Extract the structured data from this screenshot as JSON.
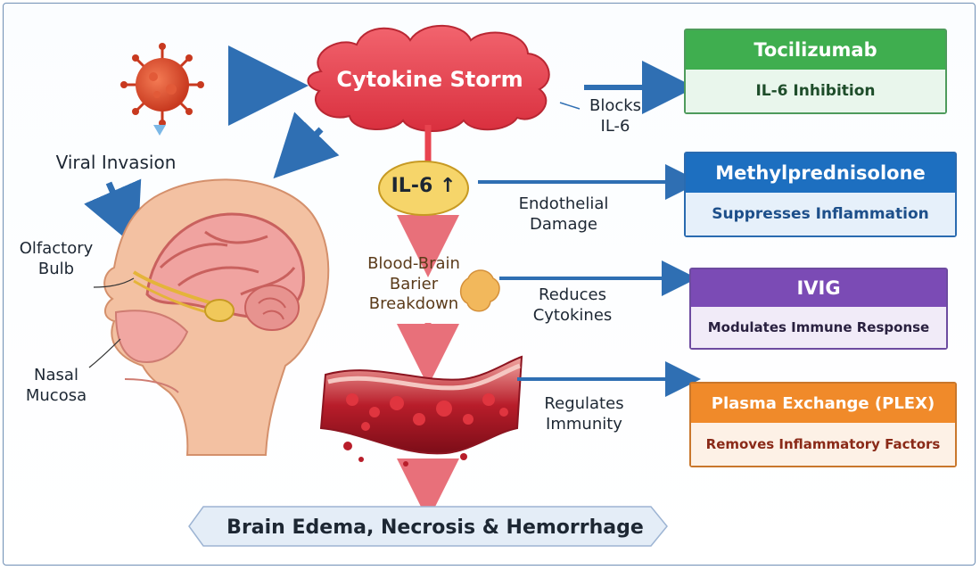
{
  "cytokine_storm": "Cytokine Storm",
  "viral_invasion": "Viral Invasion",
  "il6": "IL-6",
  "il6_arrow": "↑",
  "olfactory_bulb": "Olfactory\nBulb",
  "nasal_mucosa": "Nasal\nMucosa",
  "bbb": "Blood-Brain\nBarier\nBreakdown",
  "outcome": "Brain Edema, Necrosis & Hemorrhage",
  "links": {
    "blocks_il6": "Blocks\nIL-6",
    "endothelial": "Endothelial\nDamage",
    "reduces": "Reduces\nCytokines",
    "regulates": "Regulates\nImmunity"
  },
  "treatments": [
    {
      "name": "Tocilizumab",
      "action": "IL-6 Inhibition",
      "head_color": "#3fae4f",
      "body_color": "#e9f6ec",
      "text_color": "#1e4d2a",
      "border": "#4e9b5c"
    },
    {
      "name": "Methylprednisolone",
      "action": "Suppresses Inflammation",
      "head_color": "#1d6fc0",
      "body_color": "#e6f0fa",
      "text_color": "#1d4f8a",
      "border": "#2a6bb0"
    },
    {
      "name": "IVIG",
      "action": "Modulates Immune Response",
      "head_color": "#7b4bb5",
      "body_color": "#f1ebf8",
      "text_color": "#2a2140",
      "border": "#6d4ba0"
    },
    {
      "name": "Plasma Exchange (PLEX)",
      "action": "Removes Inflammatory Factors",
      "head_color": "#f08a2a",
      "body_color": "#fdf1e6",
      "text_color": "#8a2a18",
      "border": "#c9772c"
    }
  ],
  "colors": {
    "arrow_blue": "#2f6fb3",
    "storm_red": "#e8434f",
    "flow_red": "#e8707a"
  }
}
